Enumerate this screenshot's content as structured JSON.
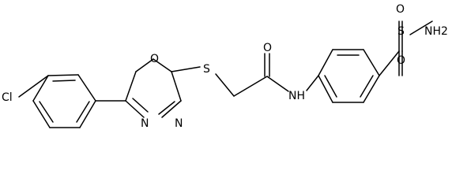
{
  "molecule": {
    "atoms": {
      "chlorine": "Cl",
      "ring_oxygen": "O",
      "ring_nitrogen_left": "N",
      "ring_nitrogen_right": "N",
      "thioether_sulfur": "S",
      "carbonyl_oxygen": "O",
      "amide_nh": "NH",
      "sulfonyl_sulfur": "S",
      "sulfonyl_oxygen_top": "O",
      "sulfonyl_oxygen_bottom": "O",
      "sulfonamide_nh2": "NH2"
    }
  }
}
